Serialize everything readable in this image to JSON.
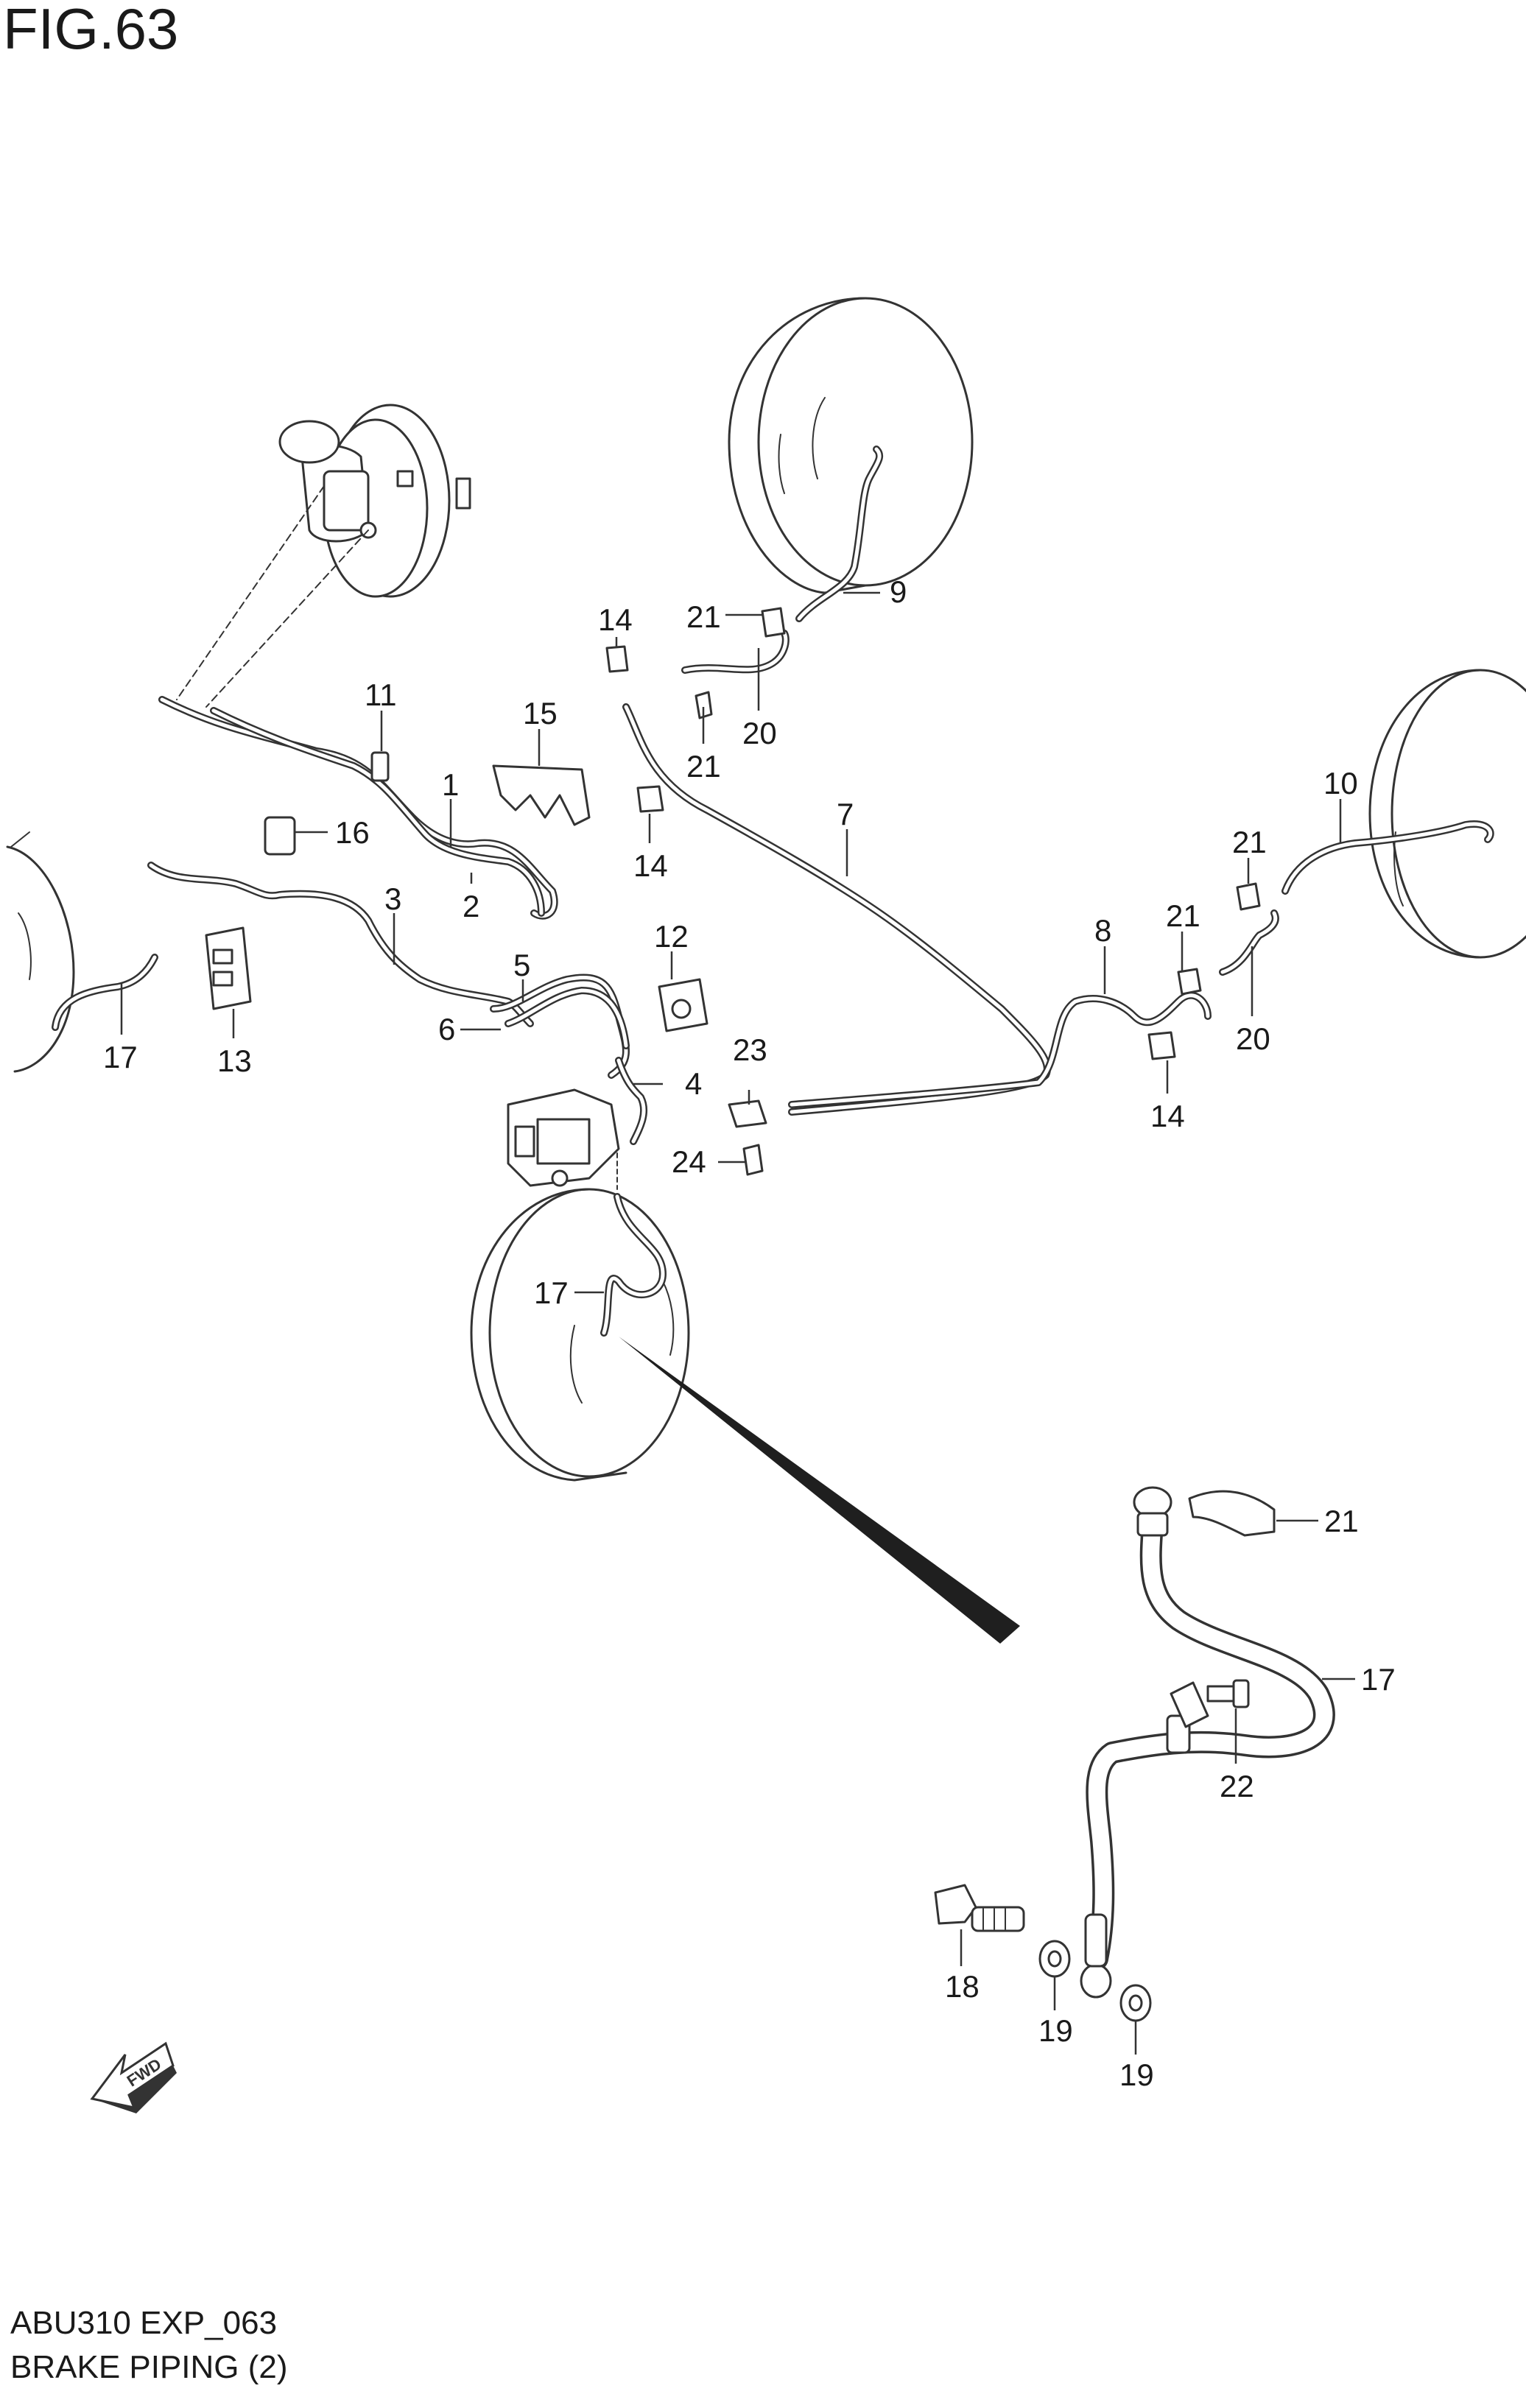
{
  "figure_label": "FIG.63",
  "footer": {
    "model_code": "ABU310 EXP_063",
    "diagram_name": "BRAKE PIPING (2)"
  },
  "direction_arrow": {
    "label": "FWD",
    "icon": "fwd-arrow-icon"
  },
  "callouts": [
    {
      "id": "c1",
      "text": "1"
    },
    {
      "id": "c2",
      "text": "2"
    },
    {
      "id": "c3",
      "text": "3"
    },
    {
      "id": "c4",
      "text": "4"
    },
    {
      "id": "c5",
      "text": "5"
    },
    {
      "id": "c6",
      "text": "6"
    },
    {
      "id": "c7",
      "text": "7"
    },
    {
      "id": "c8",
      "text": "8"
    },
    {
      "id": "c9",
      "text": "9"
    },
    {
      "id": "c10",
      "text": "10"
    },
    {
      "id": "c11",
      "text": "11"
    },
    {
      "id": "c12",
      "text": "12"
    },
    {
      "id": "c13",
      "text": "13"
    },
    {
      "id": "c14a",
      "text": "14"
    },
    {
      "id": "c14b",
      "text": "14"
    },
    {
      "id": "c14c",
      "text": "14"
    },
    {
      "id": "c15",
      "text": "15"
    },
    {
      "id": "c16",
      "text": "16"
    },
    {
      "id": "c17a",
      "text": "17"
    },
    {
      "id": "c17b",
      "text": "17"
    },
    {
      "id": "c17c",
      "text": "17"
    },
    {
      "id": "c18",
      "text": "18"
    },
    {
      "id": "c19a",
      "text": "19"
    },
    {
      "id": "c19b",
      "text": "19"
    },
    {
      "id": "c20a",
      "text": "20"
    },
    {
      "id": "c20b",
      "text": "20"
    },
    {
      "id": "c21a",
      "text": "21"
    },
    {
      "id": "c21b",
      "text": "21"
    },
    {
      "id": "c21c",
      "text": "21"
    },
    {
      "id": "c21d",
      "text": "21"
    },
    {
      "id": "c21e",
      "text": "21"
    },
    {
      "id": "c22",
      "text": "22"
    },
    {
      "id": "c23",
      "text": "23"
    },
    {
      "id": "c24",
      "text": "24"
    }
  ]
}
